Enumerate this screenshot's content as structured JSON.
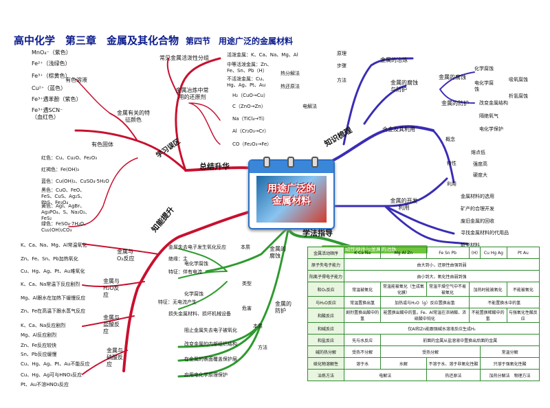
{
  "title": {
    "main": "高中化学　第三章　金属及其化合物",
    "section": "第四节　用途广泛的金属材料"
  },
  "center": {
    "label": "用途广泛的金属材料"
  },
  "branches": {
    "summary": "总结升华",
    "knowledge": "知识梳理",
    "method": "学法指导",
    "abilities": "知能提升",
    "zone": "学习误区"
  },
  "colors": {
    "summary": "#c8102e",
    "knowledge": "#3a2db5",
    "method": "#2e9a2e",
    "abilities": "#c8102e"
  },
  "tl": {
    "color_sol": "有色溶液",
    "color_solid": "有色固体",
    "feature": "金属有关的特征颜色",
    "ions": [
      "MnO₄⁻（紫色）",
      "Fe²⁺（浅绿色）",
      "Fe³⁺（棕黄色）",
      "Cu²⁺（蓝色）",
      "Fe³⁺遇苯酚（紫色）",
      "Fe³⁺遇SCN⁻（血红色）"
    ],
    "solids": [
      "红色：Cu、Cu₂O、Fe₂O₃",
      "红褐色：Fe(OH)₃",
      "蓝色：Cu(OH)₂、CuSO₄·5H₂O",
      "黑色：CuO、FeO、FeS、CuS、Ag₂S、PbS、Fe₃O₄",
      "黄色：AgI、AgBr、Ag₃PO₄、S、Na₂O₂、FeS₂",
      "绿色：FeSO₄·7H₂O、Cu₂(OH)₂CO₃"
    ]
  },
  "top": {
    "order": "常见金属活泼性分组",
    "reduce": "金属冶炼中常用的还原剂",
    "groups": [
      "活泼金属：K、Ca、Na、Mg、Al",
      "中等活泼金属：Zn、Fe、Sn、Pb（H）",
      "不活泼金属：Cu、Hg、Ag、Pt、Au"
    ],
    "methods": [
      "热分解法",
      "热还原法",
      "电解法"
    ],
    "agents": [
      "H₂（CuO→Cu）",
      "C（ZnO→Zn）",
      "Na（TiCl₄→Ti）",
      "Al（Cr₂O₃→Cr）",
      "CO（Fe₂O₃→Fe）"
    ]
  },
  "kn": {
    "smelt": "金属的冶炼",
    "smelt_items": [
      "原理",
      "步骤",
      "方法"
    ],
    "corr": "金属的腐蚀与防护",
    "corrosion": "金属的腐蚀",
    "protect": "金属的防护",
    "corr_items": [
      "化学腐蚀",
      "电化学腐蚀",
      "吸氧腐蚀",
      "析氢腐蚀"
    ],
    "prot_items": [
      "改变金属结构",
      "隔绝氧气",
      "电化学保护"
    ],
    "alloy": "合金及其利用",
    "alloy_items": [
      "概念",
      "特性",
      "利用"
    ],
    "alloy_props": [
      "熔点低",
      "强度高",
      "硬度大"
    ],
    "dev": "金属的开发利用",
    "dev_items": [
      "金属材料的选用",
      "矿产的合理开发",
      "废旧金属的回收",
      "寻找金属材料的代用品",
      "新型材料"
    ]
  },
  "ml": {
    "o2": "金属与O₂反应",
    "o2_items": [
      "K、Ca、Na、Mg、Al常温氧化",
      "Zn、Fe、Sn、Pb加热氧化",
      "Cu、Hg、Ag、Pt、Au难氧化"
    ],
    "h2o": "金属与H₂O反应",
    "h2o_items": [
      "K、Ca、Na常温下反应剧烈",
      "Mg、Al跟水在加热下缓慢反应",
      "Zn、Fe在高温下跟水蒸气反应"
    ],
    "acid": "金属与盐酸反应",
    "acid_items": [
      "K、Ca、Na反应剧烈",
      "Mg、Al反应剧烈",
      "Zn、Fe反应较快",
      "Sn、Pb反应缓慢",
      "Cu、Hg、Ag、Pt、Au不能反应"
    ],
    "hno3": "金属与硝酸反应",
    "hno3_items": [
      "Cu、Hg、Ag可与HNO₃反应",
      "Pt、Au不溶HNO₃反应"
    ]
  },
  "mc": {
    "corr": "金属的腐蚀",
    "nature": "本质",
    "nature_text": "金属失去电子发生氧化反应",
    "type": "类型",
    "electro": "电化学腐蚀",
    "chem": "化学腐蚀",
    "harm": "危害",
    "harm_text": "损失金属材料、损坏机械设备",
    "e_notes": [
      "绝缘：主",
      "特征：伴有电流",
      "特征：无电流产生"
    ],
    "prot": "金属的防护",
    "prot_nature": "本质",
    "prot_text": "阻止金属失去电子被氧化",
    "prot_method": "方法",
    "prot_items": [
      "改变金属的内部组织结构",
      "在金属的表面覆盖保护层",
      "应用电化学原理保护"
    ]
  },
  "table": {
    "title": "金属的活动性顺序与金属的冶炼",
    "rows": [
      [
        "金属活动顺序",
        "K Ca Na",
        "Mg Al Zn",
        "Fe Sn Pb",
        "(H)",
        "Cu Hg Ag",
        "Pt Au"
      ],
      [
        "原子失电子能力",
        "由大到小，还原性由强到弱"
      ],
      [
        "阳离子得电子能力",
        "由小到大，氧化性由弱到强"
      ],
      [
        "和O₂反应",
        "常温被氧化",
        "常温能被氧化（生成氧化膜）",
        "常温干燥空气中不易被氧化",
        "加热时能被氧化",
        "不能被氧化"
      ],
      [
        "与H₂O反应",
        "常温置换出氢",
        "加热或与H₂O（g）反应置换出氢",
        "不能置换水中的氢"
      ],
      [
        "和酸反应",
        "剧烈置换出酸中的氢",
        "能置换出酸中的氢，Fe、Al常温在浓硝酸、浓硫酸中钝化",
        "不能置换稀酸中的氢",
        "与强氧化性酸反应",
        "只与王水反应"
      ],
      [
        "和碱反应",
        "仅Al和Zn能跟强碱水溶液反应生成H₂"
      ],
      [
        "和盐反应",
        "先与水反应",
        "前面的金属从盐溶液中置换出后面的金属"
      ],
      [
        "碱的热分解",
        "受热不分解",
        "受热分解",
        "常温分解"
      ],
      [
        "硫化物溶解性",
        "溶于水",
        "水解",
        "不溶于水、溶于非氧化性酸",
        "只溶于强氧化性酸"
      ],
      [
        "冶炼方法",
        "电解法",
        "热还原法",
        "加热分解法　物理方法"
      ]
    ]
  }
}
